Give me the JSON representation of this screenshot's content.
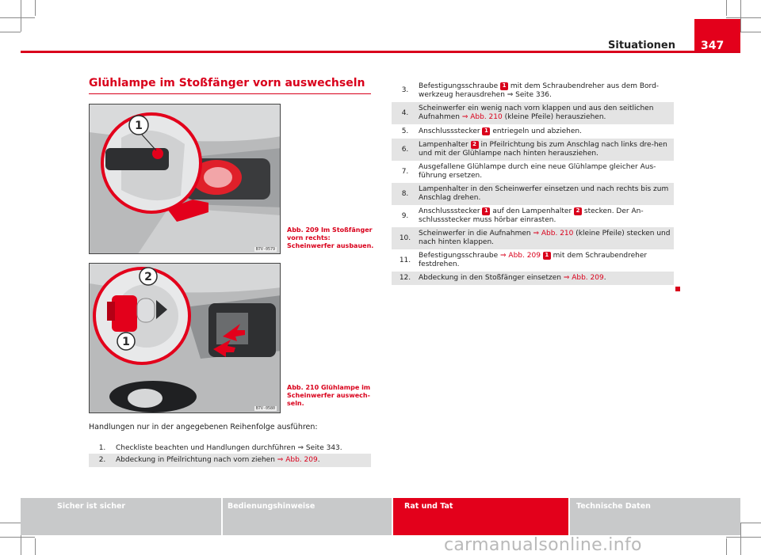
{
  "header": {
    "title": "Situationen",
    "page_number": "347"
  },
  "section_title": "Glühlampe im Stoßfänger vorn auswechseln",
  "figures": [
    {
      "code": "B7V-0579",
      "caption": "Abb. 209   Im Stoßfänger vorn rechts: Scheinwerfer ausbauen.",
      "callouts": [
        "1"
      ]
    },
    {
      "code": "B7V-0580",
      "caption": "Abb. 210   Glühlampe im Scheinwerfer auswech-seln.",
      "callouts": [
        "2",
        "1"
      ]
    }
  ],
  "intro": "Handlungen nur in der angegebenen Reihenfolge ausführen:",
  "steps_left": [
    {
      "num": "1.",
      "parts": [
        {
          "t": "Checkliste beachten und Handlungen durchführen ⇒ Seite 343."
        }
      ]
    },
    {
      "num": "2.",
      "parts": [
        {
          "t": "Abdeckung in Pfeilrichtung nach vorn ziehen "
        },
        {
          "l": "⇒ Abb. 209"
        },
        {
          "t": "."
        }
      ]
    }
  ],
  "steps_right": [
    {
      "num": "3.",
      "parts": [
        {
          "t": "Befestigungsschraube "
        },
        {
          "c": "1"
        },
        {
          "t": " mit dem Schraubendreher aus dem Bord-werkzeug herausdrehen ⇒ Seite 336."
        }
      ]
    },
    {
      "num": "4.",
      "parts": [
        {
          "t": "Scheinwerfer ein wenig nach vorn klappen und aus den seitlichen Aufnahmen "
        },
        {
          "l": "⇒ Abb. 210"
        },
        {
          "t": " (kleine Pfeile) herausziehen."
        }
      ]
    },
    {
      "num": "5.",
      "parts": [
        {
          "t": "Anschlussstecker "
        },
        {
          "c": "1"
        },
        {
          "t": " entriegeln und abziehen."
        }
      ]
    },
    {
      "num": "6.",
      "parts": [
        {
          "t": "Lampenhalter "
        },
        {
          "c": "2"
        },
        {
          "t": " in Pfeilrichtung bis zum Anschlag nach links dre-hen und mit der Glühlampe nach hinten herausziehen."
        }
      ]
    },
    {
      "num": "7.",
      "parts": [
        {
          "t": "Ausgefallene Glühlampe durch eine neue Glühlampe gleicher Aus-führung ersetzen."
        }
      ]
    },
    {
      "num": "8.",
      "parts": [
        {
          "t": "Lampenhalter in den Scheinwerfer einsetzen und nach rechts bis zum Anschlag drehen."
        }
      ]
    },
    {
      "num": "9.",
      "parts": [
        {
          "t": "Anschlussstecker "
        },
        {
          "c": "1"
        },
        {
          "t": " auf den Lampenhalter "
        },
        {
          "c": "2"
        },
        {
          "t": " stecken. Der An-schlussstecker muss hörbar einrasten."
        }
      ]
    },
    {
      "num": "10.",
      "parts": [
        {
          "t": "Scheinwerfer in die Aufnahmen "
        },
        {
          "l": "⇒ Abb. 210"
        },
        {
          "t": " (kleine Pfeile) stecken und nach hinten klappen."
        }
      ]
    },
    {
      "num": "11.",
      "parts": [
        {
          "t": "Befestigungsschraube "
        },
        {
          "l": "⇒ Abb. 209"
        },
        {
          "t": " "
        },
        {
          "c": "1"
        },
        {
          "t": " mit dem Schraubendreher festdrehen."
        }
      ]
    },
    {
      "num": "12.",
      "parts": [
        {
          "t": "Abdeckung in den Stoßfänger einsetzen "
        },
        {
          "l": "⇒ Abb. 209"
        },
        {
          "t": "."
        }
      ]
    }
  ],
  "footer_tabs": [
    {
      "label": "Sicher ist sicher",
      "active": false
    },
    {
      "label": "Bedienungshinweise",
      "active": false
    },
    {
      "label": "Rat und Tat",
      "active": true
    },
    {
      "label": "Technische Daten",
      "active": false
    }
  ],
  "watermark": "carmanualsonline.info",
  "colors": {
    "accent": "#e3001b",
    "row_shade": "#e4e4e4",
    "tab_gray": "#c8c9ca"
  }
}
